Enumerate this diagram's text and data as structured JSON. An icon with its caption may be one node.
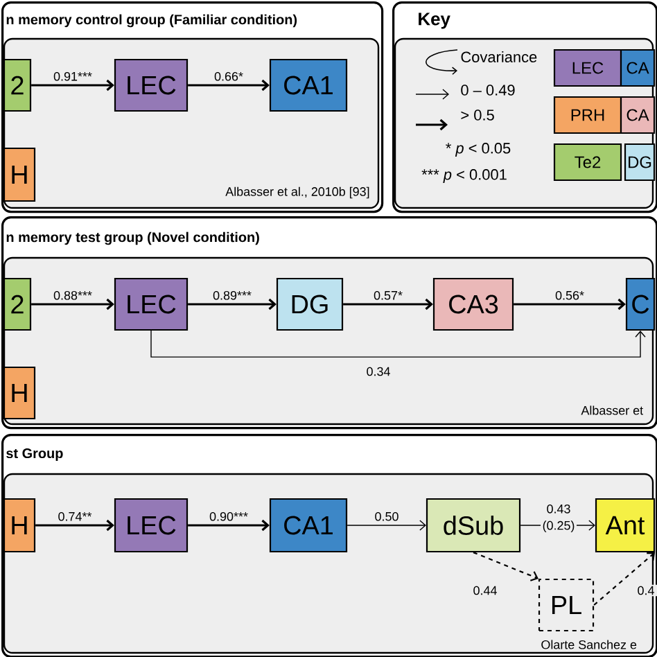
{
  "diagram": {
    "nodes": [
      {
        "text": [
          "n memory control group (Familiar condition)"
        ]
      },
      {
        "text": [
          "2"
        ],
        "in": 0
      },
      {
        "text": [
          "LEC"
        ],
        "in": 0
      },
      {
        "text": [
          "CA1"
        ],
        "in": 0
      },
      {
        "text": [
          "H"
        ],
        "in": 0
      },
      {
        "text": [
          "Key"
        ]
      },
      {
        "text": [
          "n memory test group (Novel condition)"
        ]
      },
      {
        "text": [
          "2"
        ],
        "in": 6
      },
      {
        "text": [
          "LEC"
        ],
        "in": 6
      },
      {
        "text": [
          "DG"
        ],
        "in": 6
      },
      {
        "text": [
          "CA3"
        ],
        "in": 6
      },
      {
        "text": [
          "C"
        ],
        "in": 6
      },
      {
        "text": [
          "H"
        ],
        "in": 6
      },
      {
        "text": [
          "st Group"
        ]
      },
      {
        "text": [
          "H"
        ],
        "in": 13
      },
      {
        "text": [
          "LEC"
        ],
        "in": 13
      },
      {
        "text": [
          "CA1"
        ],
        "in": 13
      },
      {
        "text": [
          "dSub"
        ],
        "in": 13
      },
      {
        "text": [
          "Ant"
        ],
        "in": 13
      },
      {
        "text": [
          "PL"
        ],
        "in": 13
      }
    ],
    "edges": [
      {
        "from": 1,
        "to": 2,
        "arrow": "to",
        "label": "0.91***"
      },
      {
        "from": 2,
        "to": 3,
        "arrow": "to",
        "label": "0.66*"
      },
      {
        "from": 7,
        "to": 8,
        "arrow": "to",
        "label": "0.88***"
      },
      {
        "from": 8,
        "to": 9,
        "arrow": "to",
        "label": "0.89***"
      },
      {
        "from": 9,
        "to": 10,
        "arrow": "to",
        "label": "0.57*"
      },
      {
        "from": 10,
        "to": 11,
        "arrow": "to",
        "label": "0.56*"
      },
      {
        "from": 8,
        "to": 11,
        "arrow": "to",
        "label": "0.34"
      },
      {
        "from": 14,
        "to": 15,
        "arrow": "to",
        "label": "0.74**"
      },
      {
        "from": 15,
        "to": 16,
        "arrow": "to",
        "label": "0.90***"
      },
      {
        "from": 16,
        "to": 17,
        "arrow": "to",
        "label": "0.50"
      },
      {
        "from": 17,
        "to": 18,
        "arrow": "to",
        "label": "0.43 (0.25)"
      },
      {
        "from": 17,
        "to": 19,
        "arrow": "to",
        "label": "0.44",
        "style": "dashed"
      },
      {
        "from": 19,
        "to": 18,
        "arrow": "to",
        "label": "0.4",
        "style": "dashed"
      }
    ],
    "labels": [
      "* *p* < 0.05",
      "*** *p* < 0.001",
      "Albasser et al., 2010b [93]",
      "Albasser et",
      "Olarte Sanchez e"
    ],
    "legend": [
      {
        "text": "Covariance"
      },
      {
        "text": "0 – 0.49"
      },
      {
        "text": "> 0.5"
      },
      {
        "text": "LEC",
        "color": "#9479b6"
      },
      {
        "text": "CA",
        "color": "#3d87c7"
      },
      {
        "text": "PRH",
        "color": "#f4a563"
      },
      {
        "text": "CA",
        "color": "#eab8b8"
      },
      {
        "text": "Te2",
        "color": "#a4cc6e"
      },
      {
        "text": "DG",
        "color": "#bde2ef"
      }
    ]
  }
}
